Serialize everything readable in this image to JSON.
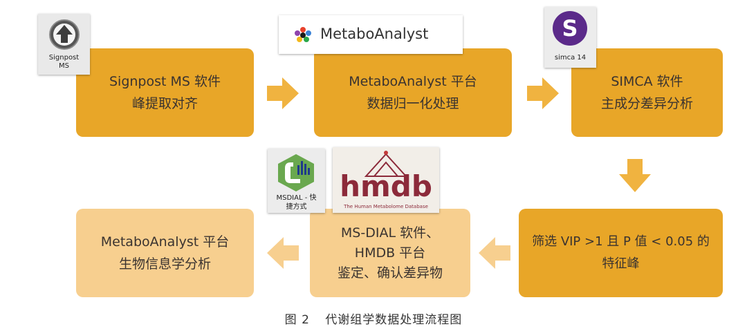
{
  "boxes": {
    "signpost": {
      "line1": "Signpost MS 软件",
      "line2": "峰提取对齐"
    },
    "metaboanalyst_norm": {
      "line1": "MetaboAnalyst 平台",
      "line2": "数据归一化处理"
    },
    "simca": {
      "line1": "SIMCA 软件",
      "line2": "主成分差异分析"
    },
    "filter": {
      "line1": "筛选 VIP >1 且 P 值 < 0.05 的",
      "line2": "特征峰"
    },
    "msdial": {
      "line1": "MS-DIAL 软件、",
      "line2": "HMDB 平台",
      "line3": "鉴定、确认差异物"
    },
    "metaboanalyst_bio": {
      "line1": "MetaboAnalyst 平台",
      "line2": "生物信息学分析"
    }
  },
  "icons": {
    "signpost": {
      "label1": "Signpost",
      "label2": "MS"
    },
    "metaboanalyst_banner": {
      "text": "MetaboAnalyst"
    },
    "simca": {
      "letter": "S",
      "label": "simca 14"
    },
    "msdial": {
      "label1": "MSDIAL - 快",
      "label2": "捷方式"
    },
    "hmdb": {
      "text": "hmdb",
      "subtitle": "The Human Metabolome Database"
    }
  },
  "caption": {
    "figure": "图 2",
    "title": "代谢组学数据处理流程图"
  },
  "colors": {
    "dark_box": "#e8a628",
    "light_box": "#f7cf8f",
    "arrow": "#f0b340",
    "arrow_light": "#f7cf8f"
  }
}
